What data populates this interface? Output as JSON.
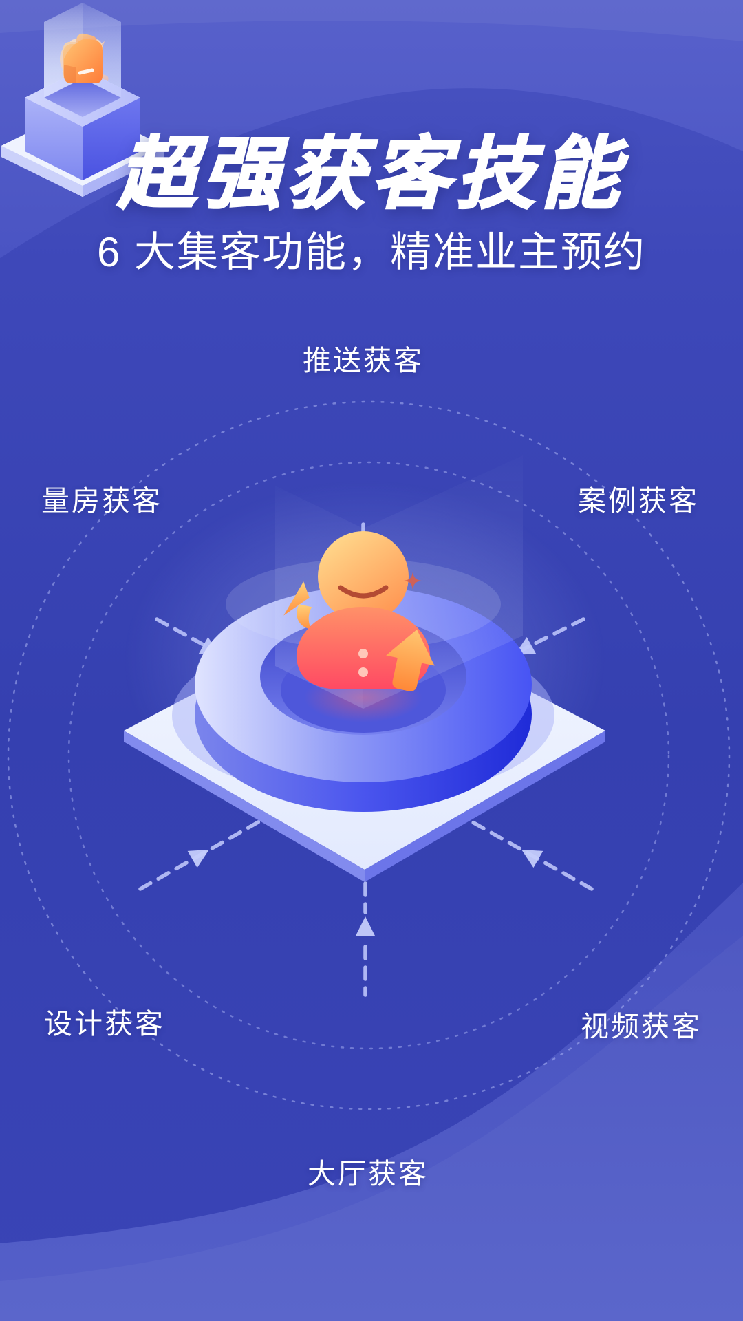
{
  "header": {
    "title": "超强获客技能",
    "subtitle": "6 大集客功能，精准业主预约"
  },
  "diagram": {
    "center": {
      "icon": "person-icon",
      "decorations": [
        "up-arrow-icon",
        "sparkle-icon"
      ]
    },
    "nodes": [
      {
        "id": "push",
        "label": "推送获客",
        "icon": "paper-plane-icon",
        "position": "top"
      },
      {
        "id": "measure",
        "label": "量房获客",
        "icon": "tape-measure-icon",
        "position": "middle-left"
      },
      {
        "id": "case",
        "label": "案例获客",
        "icon": "photo-case-icon",
        "position": "middle-right"
      },
      {
        "id": "design",
        "label": "设计获客",
        "icon": "pen-tool-icon",
        "position": "bottom-left"
      },
      {
        "id": "video",
        "label": "视频获客",
        "icon": "video-play-icon",
        "position": "bottom-right"
      },
      {
        "id": "hall",
        "label": "大厅获客",
        "icon": "hall-building-icon",
        "position": "bottom"
      }
    ],
    "connections": [
      {
        "from": "push",
        "to": "center"
      },
      {
        "from": "measure",
        "to": "center"
      },
      {
        "from": "case",
        "to": "center"
      },
      {
        "from": "design",
        "to": "center"
      },
      {
        "from": "video",
        "to": "center"
      },
      {
        "from": "hall",
        "to": "center"
      }
    ]
  },
  "colors": {
    "background": "#3A44B6",
    "accent_orange": "#FF7E3B",
    "platform_white": "#EFF3FE",
    "ring_blue": "#3946EE",
    "dashed_line": "#A9B2F3",
    "text": "#FFFFFF"
  }
}
